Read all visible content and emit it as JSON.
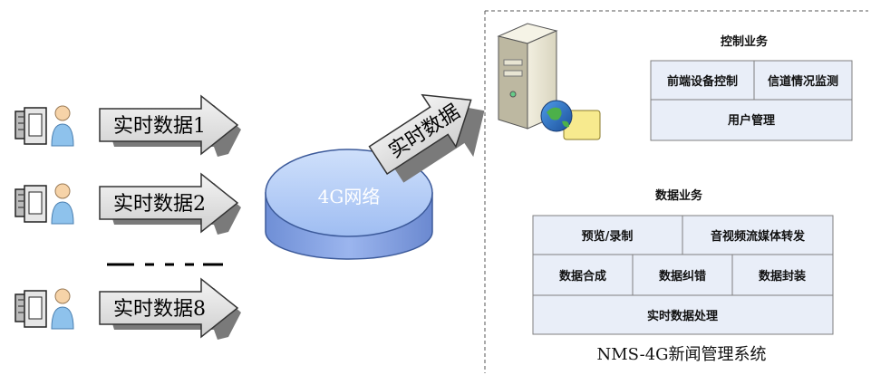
{
  "sources": [
    {
      "label": "实时数据1"
    },
    {
      "label": "实时数据2"
    },
    {
      "label": "实时数据8"
    }
  ],
  "network": {
    "label": "4G网络"
  },
  "uplink": {
    "label": "实时数据"
  },
  "control": {
    "title": "控制业务",
    "items": [
      "前端设备控制",
      "信道情况监测",
      "用户管理"
    ]
  },
  "data_services": {
    "title": "数据业务",
    "items": [
      "预览/录制",
      "音视频流媒体转发",
      "数据合成",
      "数据纠错",
      "数据封装",
      "实时数据处理"
    ]
  },
  "system": {
    "name": "NMS-4G新闻管理系统"
  }
}
